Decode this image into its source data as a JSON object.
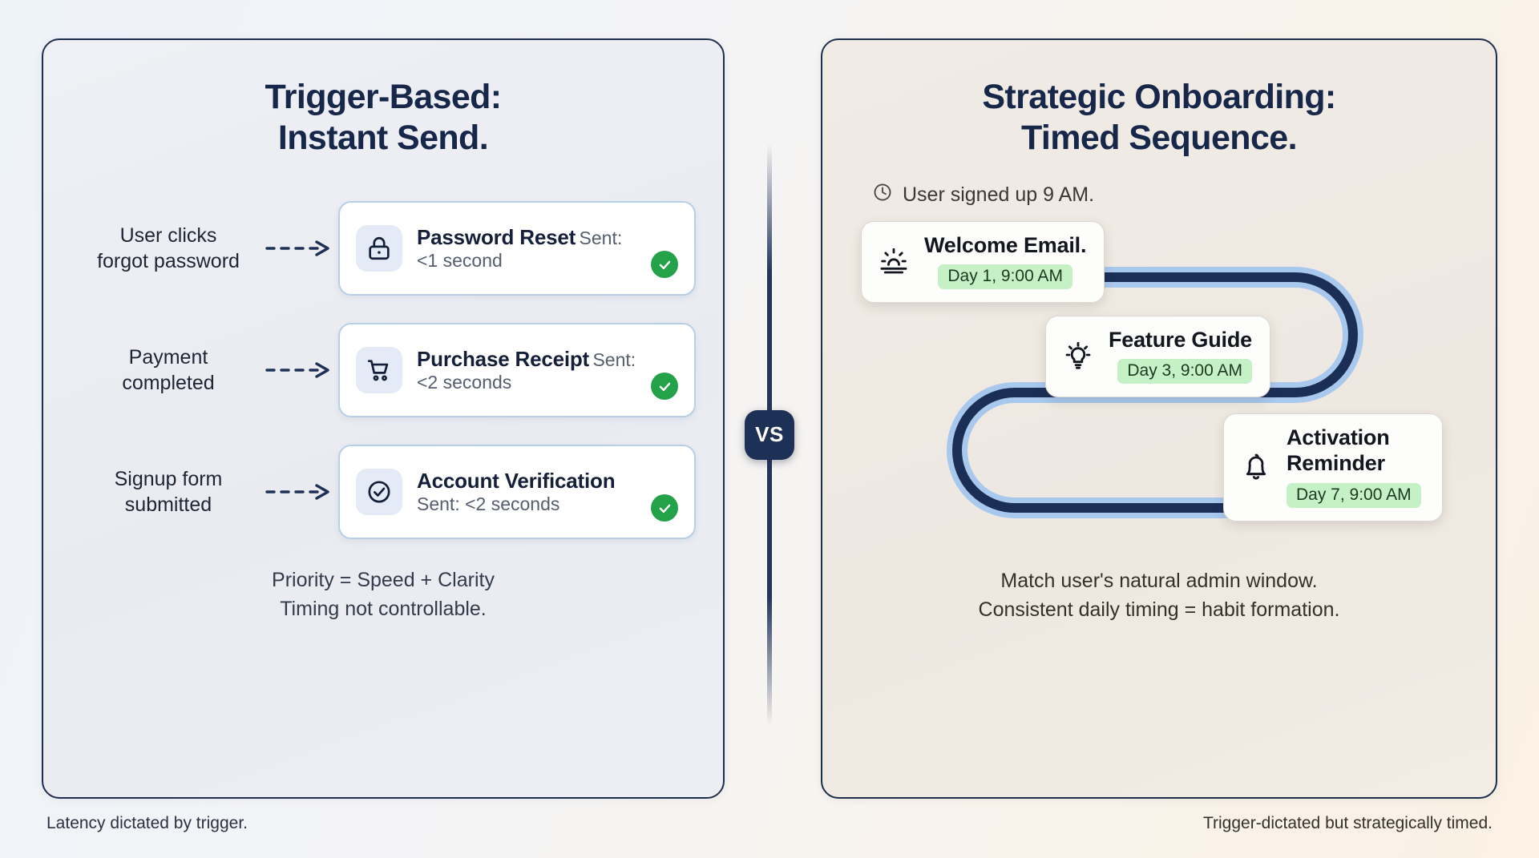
{
  "left_panel": {
    "title_line1": "Trigger-Based:",
    "title_line2": "Instant Send.",
    "rows": [
      {
        "trigger_line1": "User clicks",
        "trigger_line2": "forgot password",
        "icon": "lock-icon",
        "title": "Password Reset",
        "subtitle": "Sent: <1 second",
        "status": "check-icon"
      },
      {
        "trigger_line1": "Payment",
        "trigger_line2": "completed",
        "icon": "shopping-cart-icon",
        "title": "Purchase Receipt",
        "subtitle": "Sent: <2 seconds",
        "status": "check-icon"
      },
      {
        "trigger_line1": "Signup form",
        "trigger_line2": "submitted",
        "icon": "check-circle-icon",
        "title": "Account Verification",
        "subtitle": "Sent: <2 seconds",
        "status": "check-icon"
      }
    ],
    "footnote_line1": "Priority = Speed + Clarity",
    "footnote_line2": "Timing not controllable."
  },
  "divider": {
    "vs_label": "VS"
  },
  "right_panel": {
    "title_line1": "Strategic Onboarding:",
    "title_line2": "Timed Sequence.",
    "signup_note": "User signed up 9 AM.",
    "signup_icon": "clock-icon",
    "steps": [
      {
        "icon": "sunrise-icon",
        "title": "Welcome Email.",
        "chip": "Day 1, 9:00 AM"
      },
      {
        "icon": "lightbulb-icon",
        "title": "Feature Guide",
        "chip": "Day 3, 9:00 AM"
      },
      {
        "icon": "bell-icon",
        "title_line1": "Activation",
        "title_line2": "Reminder",
        "chip": "Day 7, 9:00 AM"
      }
    ],
    "footnote_line1": "Match user's natural admin window.",
    "footnote_line2": "Consistent daily timing = habit formation."
  },
  "captions": {
    "left": "Latency dictated by trigger.",
    "right": "Trigger-dictated but strategically timed."
  },
  "colors": {
    "navy": "#16274a",
    "path_dark": "#1b2f56",
    "path_light": "#a9c8ee",
    "chip_green": "#c6f0c6",
    "status_green": "#23a24a",
    "card_border_blue": "#b8cfe8"
  }
}
